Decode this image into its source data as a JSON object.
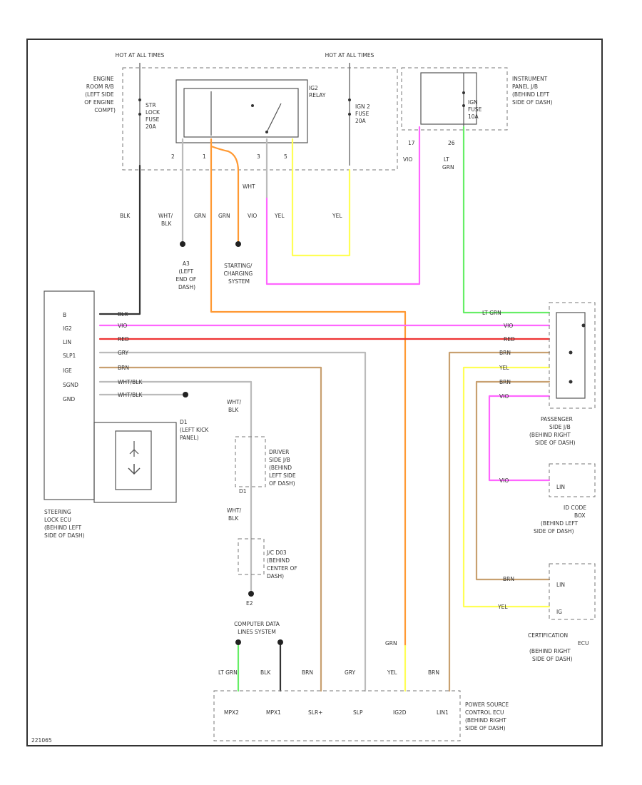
{
  "diagram_id": "221065",
  "sources": {
    "hot_left": "HOT AT ALL TIMES",
    "hot_right": "HOT AT ALL TIMES",
    "engine_jb": [
      "ENGINE",
      "ROOM R/B",
      "(LEFT SIDE",
      "OF ENGINE",
      "COMPT)"
    ],
    "instrument_jb": [
      "INSTRUMENT",
      "PANEL J/B",
      "(BEHIND LEFT",
      "SIDE OF DASH)"
    ]
  },
  "fuses": {
    "str_lock": [
      "STR",
      "LOCK",
      "FUSE",
      "20A"
    ],
    "ign2": [
      "IGN 2",
      "FUSE",
      "20A"
    ],
    "ign": [
      "IGN",
      "FUSE",
      "10A"
    ],
    "ig2_relay": [
      "IG2",
      "RELAY"
    ]
  },
  "relay_pins": [
    "2",
    "1",
    "3",
    "5"
  ],
  "pin_labels": {
    "ip_17": "17",
    "ip_26": "26"
  },
  "wires": {
    "blk": "BLK",
    "wht_blk": [
      "WHT/",
      "BLK"
    ],
    "grn": "GRN",
    "wht": "WHT",
    "vio": "VIO",
    "yel": "YEL",
    "lt_grn": [
      "LT",
      "GRN"
    ],
    "lt_grn_one": "LT GRN",
    "red": "RED",
    "gry": "GRY",
    "brn": "BRN",
    "wht_blk_one": "WHT/BLK"
  },
  "grounds": {
    "a3": [
      "A3",
      "(LEFT",
      "END OF",
      "DASH)"
    ],
    "starting": [
      "STARTING/",
      "CHARGING",
      "SYSTEM"
    ],
    "d1": [
      "D1",
      "(LEFT KICK",
      "PANEL)"
    ],
    "e2": "E2"
  },
  "steering_lock_ecu": {
    "pins": [
      "B",
      "IG2",
      "LIN",
      "SLP1",
      "IGE",
      "SGND",
      "GND"
    ],
    "name": [
      "STEERING",
      "LOCK ECU",
      "(BEHIND LEFT",
      "SIDE OF DASH)"
    ]
  },
  "driver_jb": [
    "DRIVER",
    "SIDE J/B",
    "(BEHIND",
    "LEFT SIDE",
    "OF DASH)"
  ],
  "junction_d1": "D1",
  "jc_d03": [
    "J/C D03",
    "(BEHIND",
    "CENTER OF",
    "DASH)"
  ],
  "passenger_jb": [
    "PASSENGER",
    "SIDE J/B",
    "(BEHIND RIGHT",
    "SIDE OF DASH)"
  ],
  "id_code_box": {
    "pin": "LIN",
    "name": [
      "ID CODE",
      "BOX",
      "(BEHIND LEFT",
      "SIDE OF DASH)"
    ]
  },
  "certification_ecu": {
    "pins": [
      "LIN",
      "IG"
    ],
    "name": [
      "CERTIFICATION",
      "ECU",
      "(BEHIND RIGHT",
      "SIDE OF DASH)"
    ]
  },
  "data_link": [
    "COMPUTER DATA",
    "LINES SYSTEM"
  ],
  "power_source_ecu": {
    "pins": [
      "MPX2",
      "MPX1",
      "SLR+",
      "SLP",
      "IG2D",
      "LIN1"
    ],
    "name": [
      "POWER SOURCE",
      "CONTROL ECU",
      "(BEHIND RIGHT",
      "SIDE OF DASH)"
    ]
  },
  "colors": {
    "vio": "#ff66ff",
    "red": "#ee3333",
    "lt_grn": "#66ee66",
    "yel": "#ffff55",
    "orange": "#ff9933",
    "brn": "#c8a070",
    "gry": "#bbbbbb",
    "black": "#333333"
  }
}
